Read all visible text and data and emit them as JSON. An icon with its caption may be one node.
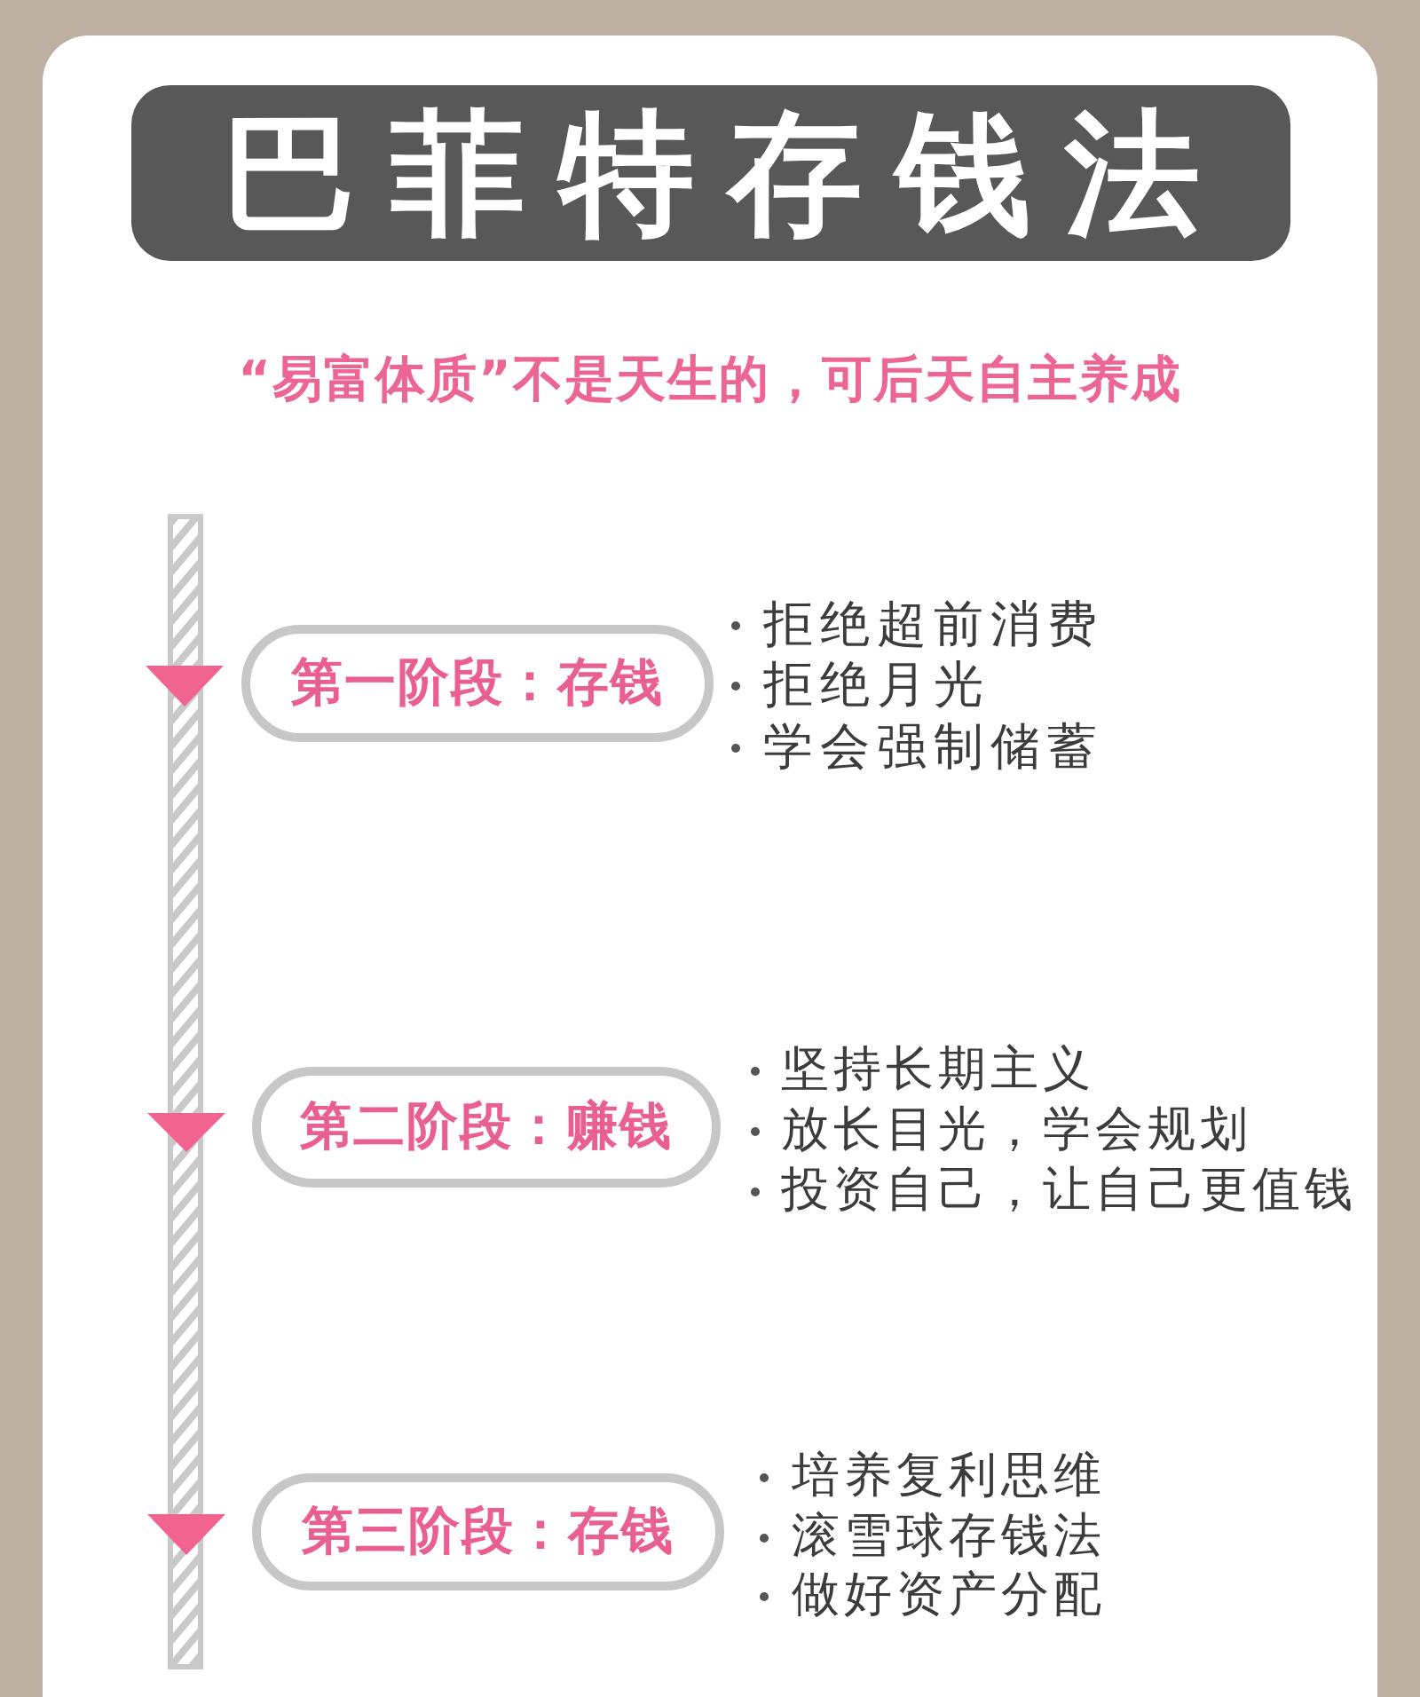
{
  "diagram": {
    "title": "巴菲特存钱法",
    "nodes": [
      {
        "text": [
          "第一阶段：存钱"
        ],
        "beside": [
          "拒绝超前消费",
          "拒绝月光",
          "学会强制储蓄"
        ]
      },
      {
        "text": [
          "第二阶段：赚钱"
        ],
        "beside": [
          "坚持长期主义",
          "放长目光，学会规划",
          "投资自己，让自己更值钱"
        ]
      },
      {
        "text": [
          "第三阶段：存钱"
        ],
        "beside": [
          "培养复利思维",
          "滚雪球存钱法",
          "做好资产分配"
        ]
      }
    ],
    "labels": [
      "“易富体质”不是天生的，可后天自主养成"
    ]
  }
}
